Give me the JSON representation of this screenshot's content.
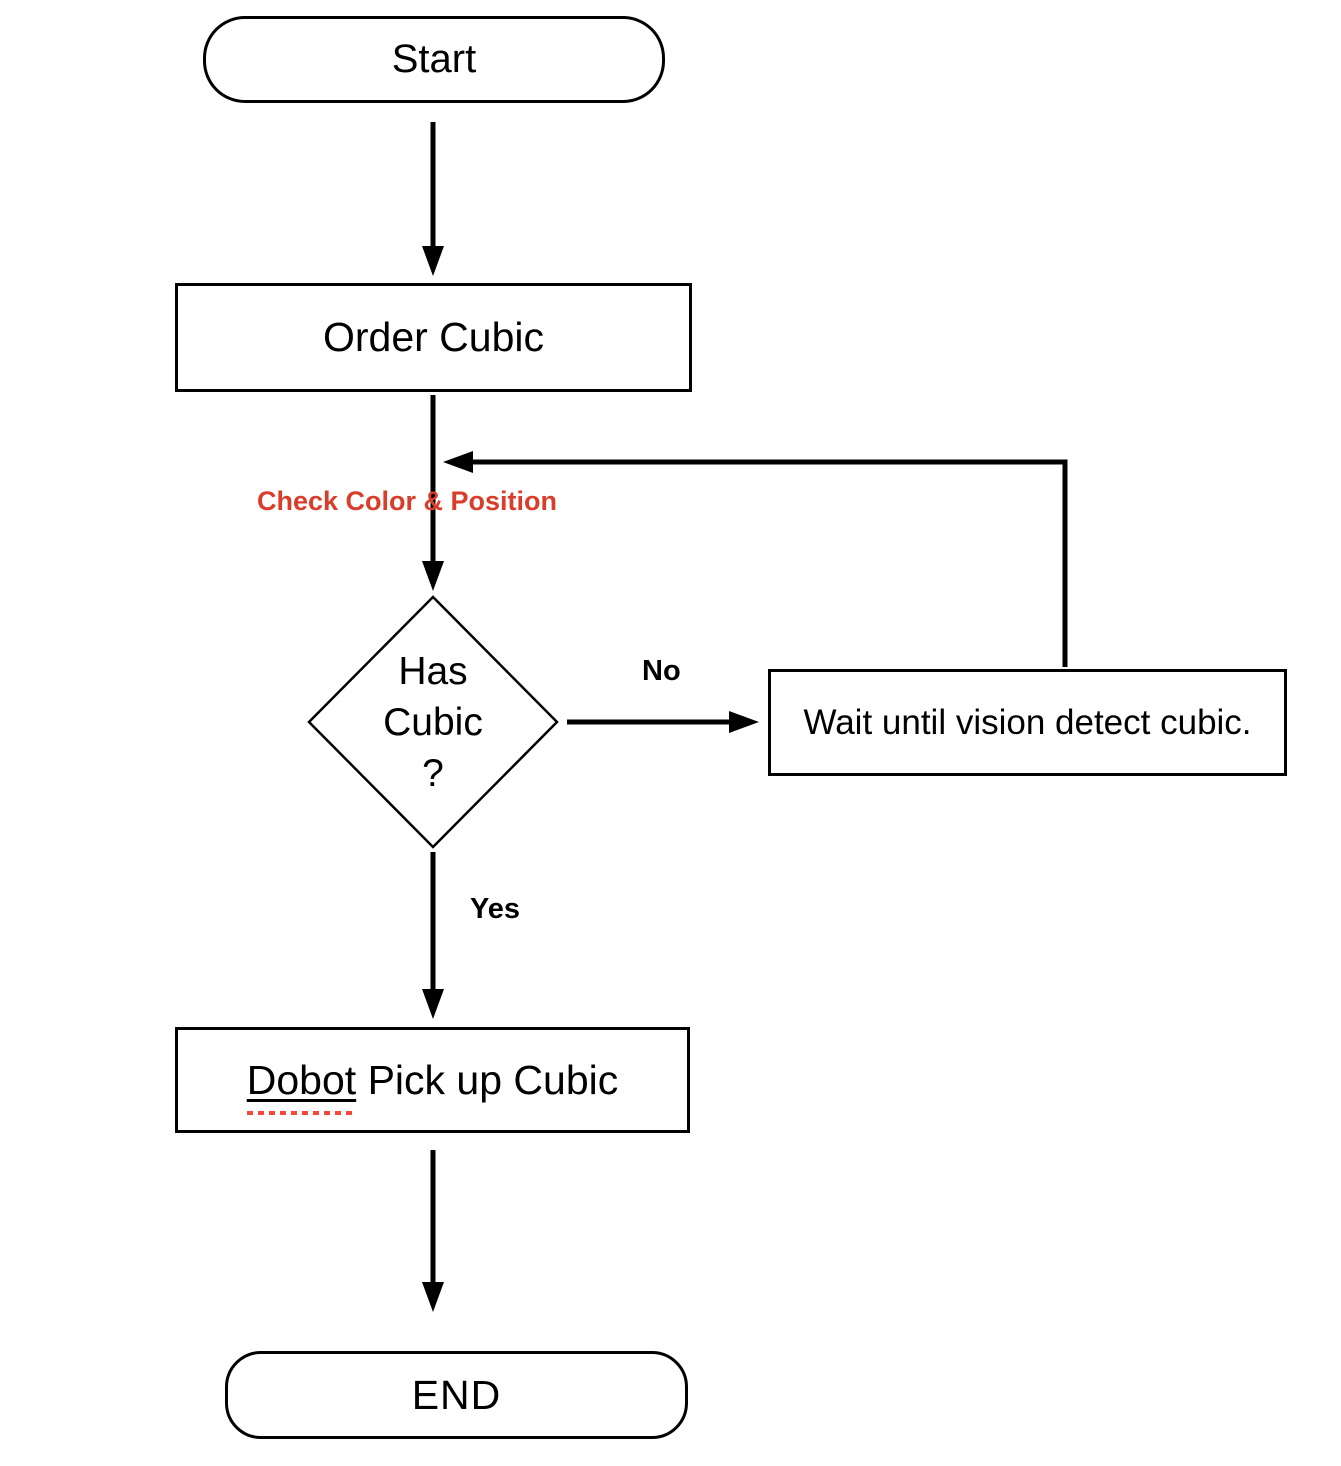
{
  "diagram": {
    "type": "flowchart",
    "nodes": {
      "start": {
        "label": "Start",
        "shape": "rounded"
      },
      "order_cubic": {
        "label": "Order Cubic",
        "shape": "rect"
      },
      "has_cubic": {
        "label": "Has\nCubic\n?",
        "shape": "diamond"
      },
      "wait": {
        "label": "Wait until vision detect cubic.",
        "shape": "rect"
      },
      "pickup": {
        "label_underlined": "Dobot",
        "label_rest": " Pick up Cubic",
        "shape": "rect"
      },
      "end": {
        "label": "END",
        "shape": "rounded"
      }
    },
    "edges": [
      {
        "from": "start",
        "to": "order_cubic",
        "label": ""
      },
      {
        "from": "order_cubic",
        "to": "has_cubic",
        "label": "Check Color & Position"
      },
      {
        "from": "has_cubic",
        "to": "wait",
        "label": "No"
      },
      {
        "from": "wait",
        "to": "has_cubic",
        "label": ""
      },
      {
        "from": "has_cubic",
        "to": "pickup",
        "label": "Yes"
      },
      {
        "from": "pickup",
        "to": "end",
        "label": ""
      }
    ],
    "colors": {
      "line": "#000000",
      "label_red": "#d93e2b",
      "squiggle_red": "#f5473a",
      "background": "#ffffff"
    }
  }
}
